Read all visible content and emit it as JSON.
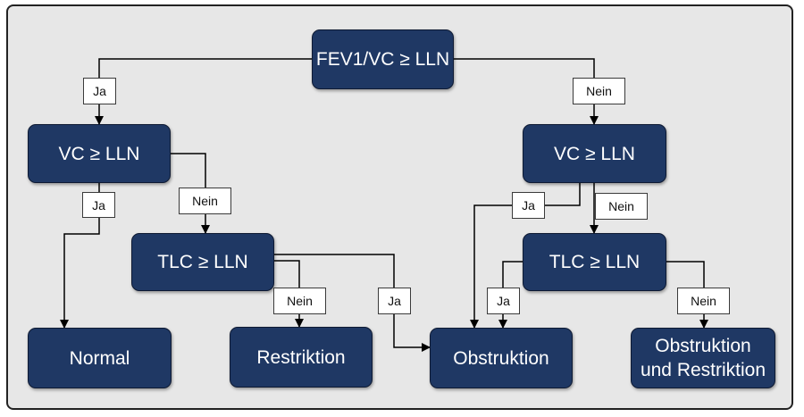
{
  "nodes": {
    "root": "FEV1/VC ≥ LLN",
    "vc_left": "VC ≥ LLN",
    "tlc_left": "TLC ≥ LLN",
    "normal": "Normal",
    "restriktion": "Restriktion",
    "obstruktion": "Obstruktion",
    "vc_right": "VC ≥ LLN",
    "tlc_right": "TLC ≥ LLN",
    "obstruktion_restriktion_line1": "Obstruktion",
    "obstruktion_restriktion_line2": "und Restriktion"
  },
  "edge_labels": {
    "root_ja": "Ja",
    "root_nein": "Nein",
    "vc_left_ja": "Ja",
    "vc_left_nein": "Nein",
    "tlc_left_nein": "Nein",
    "tlc_left_ja": "Ja",
    "vc_right_ja": "Ja",
    "vc_right_nein": "Nein",
    "tlc_right_ja": "Ja",
    "tlc_right_nein": "Nein"
  }
}
